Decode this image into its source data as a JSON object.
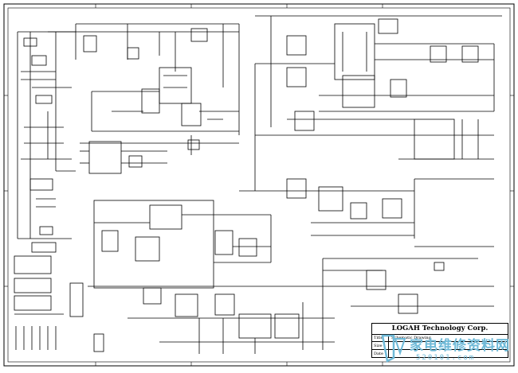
{
  "title_block": {
    "company": "LOGAH Technology Corp.",
    "row1_label": "Title",
    "row1_value": "Schematic Drawing",
    "row2_label": "Size",
    "row2_value": "",
    "row2_value2": "",
    "row3_label": "Date",
    "row3_value": ""
  },
  "watermark": {
    "text": "家电维修资料网",
    "url": "520101.com",
    "color": "#6fbad8"
  }
}
